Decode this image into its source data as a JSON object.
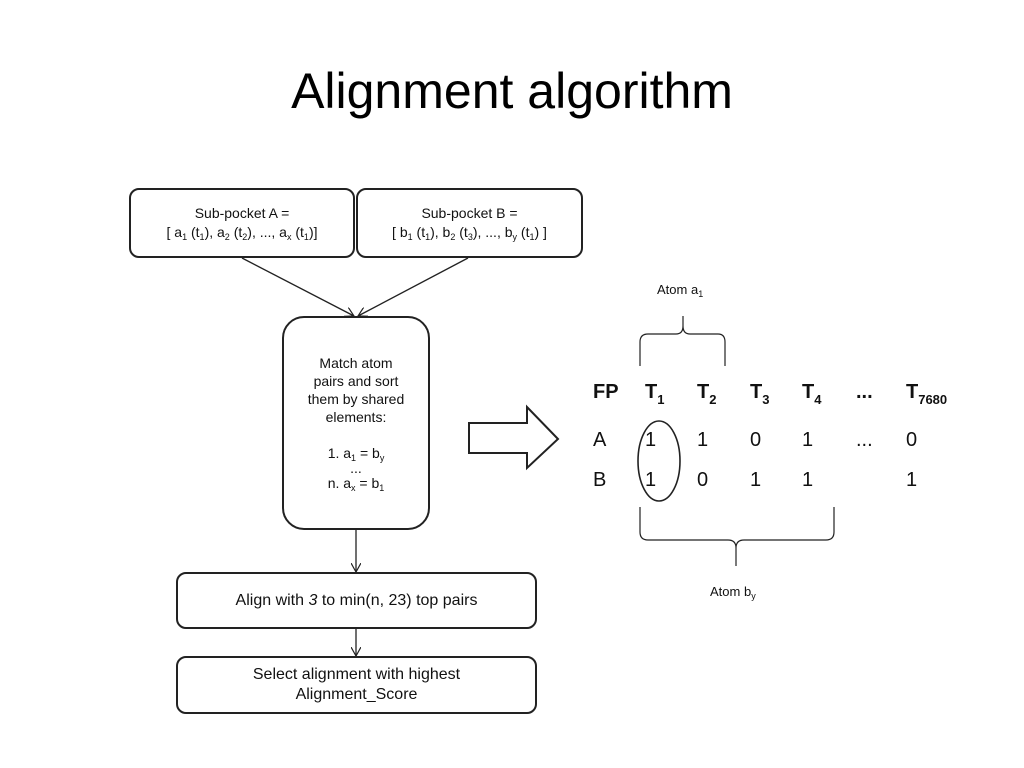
{
  "slide": {
    "title": "Alignment algorithm"
  },
  "flowchart": {
    "subpocket_a": {
      "title": "Sub-pocket A =",
      "list": [
        "[ a",
        "1",
        " (t",
        "1",
        "), a",
        "2",
        " (t",
        "2",
        "), ..., a",
        "x",
        " (t",
        "1",
        ")]"
      ]
    },
    "subpocket_b": {
      "title": "Sub-pocket B =",
      "list": [
        "[ b",
        "1",
        " (t",
        "1",
        "), b",
        "2",
        " (t",
        "3",
        "), ..., b",
        "y",
        " (t",
        "1",
        ") ]"
      ]
    },
    "match": {
      "lines": [
        "Match atom",
        "pairs and sort",
        "them by shared",
        "elements:"
      ],
      "item1": [
        "1. a",
        "1",
        " = b",
        "y"
      ],
      "ellipsis": "...",
      "itemn": [
        "n. a",
        "x",
        " = b",
        "1"
      ]
    },
    "align": {
      "pre": "Align with ",
      "em": "3",
      "post": " to min(n, 23) top pairs"
    },
    "select": {
      "line1": "Select alignment with highest",
      "line2": "Alignment_Score"
    }
  },
  "fingerprint": {
    "atom_a": [
      "Atom a",
      "1"
    ],
    "atom_b": [
      "Atom b",
      "y"
    ],
    "headers": [
      {
        "main": "FP",
        "sub": ""
      },
      {
        "main": "T",
        "sub": "1"
      },
      {
        "main": "T",
        "sub": "2"
      },
      {
        "main": "T",
        "sub": "3"
      },
      {
        "main": "T",
        "sub": "4"
      },
      {
        "main": "...",
        "sub": ""
      },
      {
        "main": "T",
        "sub": "7680"
      }
    ],
    "row_a": [
      "A",
      "1",
      "1",
      "0",
      "1",
      "...",
      "0"
    ],
    "row_b": [
      "B",
      "1",
      "0",
      "1",
      "1",
      "",
      "1"
    ]
  }
}
